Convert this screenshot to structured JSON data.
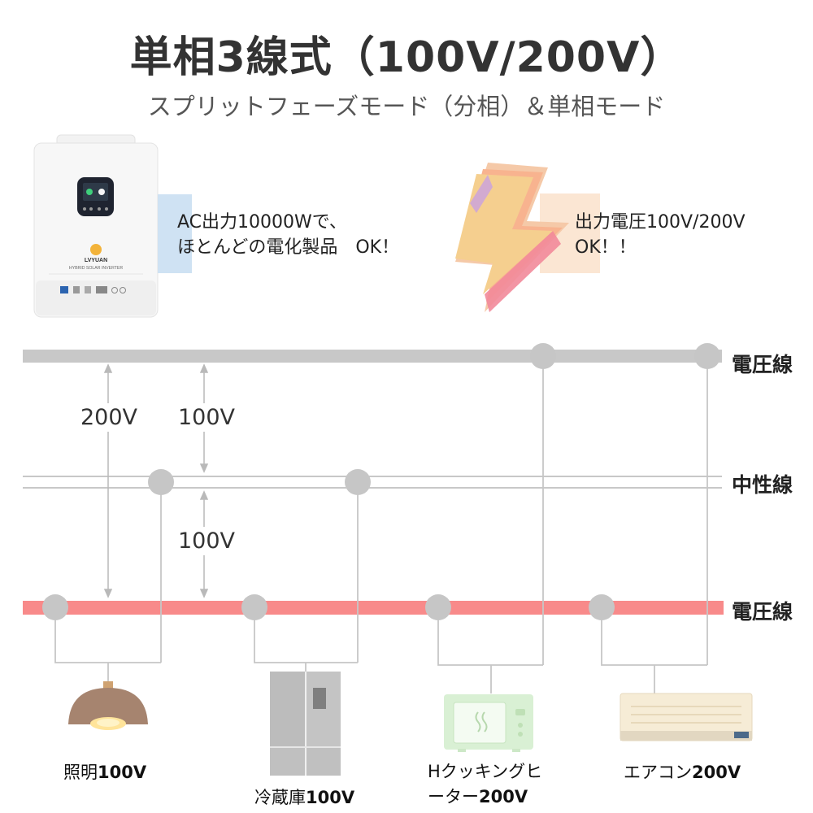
{
  "title": "単相3線式（100V/200V）",
  "subtitle": "スプリットフェーズモード（分相）＆単相モード",
  "inverter": {
    "brand": "LVYUAN",
    "model_text": "HYBRID SOLAR INVERTER"
  },
  "callouts": {
    "left": [
      "AC出力10000Wで、",
      "ほとんどの電化製品　OK！"
    ],
    "right": [
      "出力電圧100V/200V",
      "OK！！"
    ]
  },
  "lines": {
    "top": "電圧線",
    "middle": "中性線",
    "bottom": "電圧線"
  },
  "voltages": {
    "full": "200V",
    "upper_half": "100V",
    "lower_half": "100V"
  },
  "devices": {
    "lamp": {
      "name": "照明",
      "voltage": "100V",
      "icon": "lamp-icon"
    },
    "fridge": {
      "name": "冷蔵庫",
      "voltage": "100V",
      "icon": "fridge-icon"
    },
    "heater": {
      "name_line1": "Hクッキングヒ",
      "name_line2": "ーター",
      "voltage": "200V",
      "icon": "microwave-icon"
    },
    "aircon": {
      "name": "エアコン",
      "voltage": "200V",
      "icon": "air-conditioner-icon"
    }
  },
  "colors": {
    "voltage_line_top": "#c8c8c8",
    "voltage_line_bottom": "#f88a8a",
    "neutral_line": "#c8c8c8",
    "node": "#c6c6c6",
    "callout_bg": "#cfe2f3"
  }
}
